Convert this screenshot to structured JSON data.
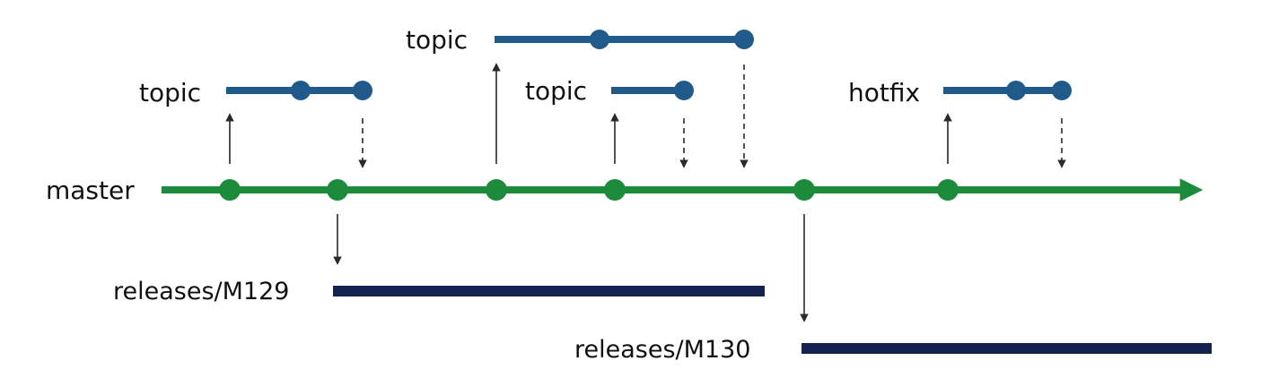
{
  "labels": {
    "master": "master",
    "topic_1": "topic",
    "topic_2": "topic",
    "topic_3": "topic",
    "hotfix": "hotfix",
    "release_m129": "releases/M129",
    "release_m130": "releases/M130"
  },
  "colors": {
    "master": "#1c8c3c",
    "feature_branches": "#1f5a8b",
    "release_branches": "#14224f",
    "arrows": "#2a2a2a"
  }
}
